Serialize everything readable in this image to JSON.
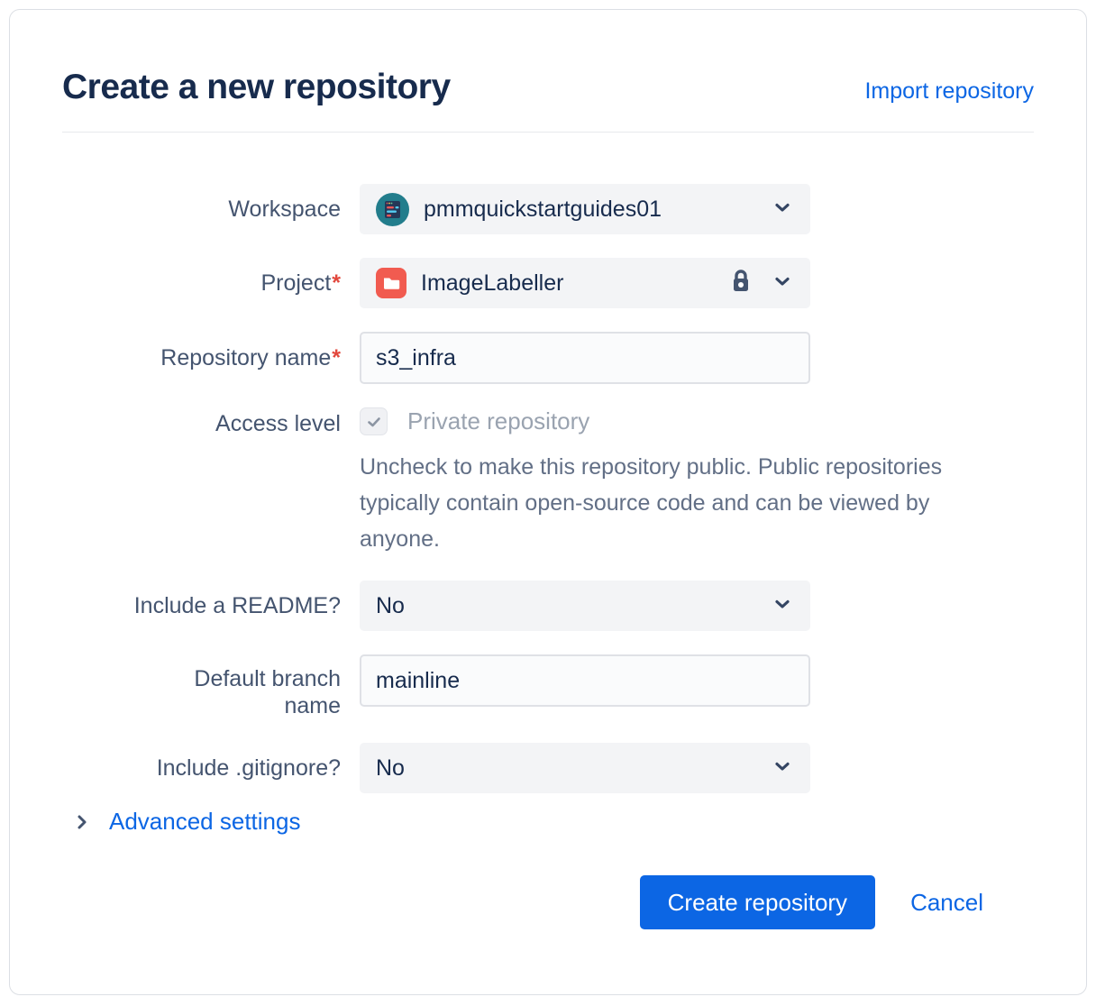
{
  "page": {
    "title": "Create a new repository",
    "import_link": "Import repository"
  },
  "form": {
    "workspace": {
      "label": "Workspace",
      "value": "pmmquickstartguides01",
      "icon": "workspace-avatar-icon"
    },
    "project": {
      "label": "Project",
      "required_mark": "*",
      "value": "ImageLabeller",
      "icons": [
        "project-avatar-icon",
        "lock-icon"
      ]
    },
    "repo_name": {
      "label": "Repository name",
      "required_mark": "*",
      "value": "s3_infra"
    },
    "access_level": {
      "label": "Access level",
      "checkbox_checked": true,
      "checkbox_disabled": true,
      "checkbox_label": "Private repository",
      "help": "Uncheck to make this repository public. Public repositories typically contain open-source code and can be viewed by anyone."
    },
    "readme": {
      "label": "Include a README?",
      "value": "No"
    },
    "default_branch": {
      "label": "Default branch name",
      "value": "mainline"
    },
    "gitignore": {
      "label": "Include .gitignore?",
      "value": "No"
    },
    "advanced": {
      "label": "Advanced settings"
    }
  },
  "actions": {
    "create": "Create repository",
    "cancel": "Cancel"
  },
  "colors": {
    "primary_blue": "#0c66e4",
    "heading": "#172b4d",
    "label": "#44546f",
    "muted": "#626f86",
    "disabled_text": "#9aa3b0",
    "required_red": "#e2483d",
    "field_bg": "#f3f4f6",
    "input_border": "#dfe1e6",
    "card_border": "#dcdfe4",
    "workspace_avatar_teal": "#227d8c",
    "project_avatar_red": "#f15b50"
  }
}
